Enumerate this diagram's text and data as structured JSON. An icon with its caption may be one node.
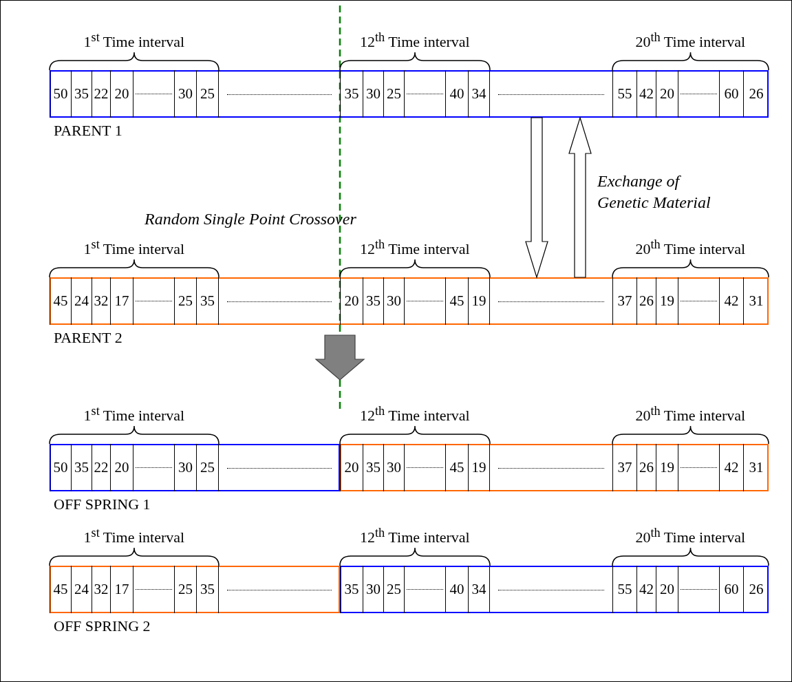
{
  "diagram": {
    "nodes": [
      {
        "text": [
          "50",
          "35",
          "22",
          "20",
          "30",
          "25",
          "35",
          "30",
          "25",
          "40",
          "34",
          "55",
          "42",
          "20",
          "60",
          "26"
        ],
        "beside": [
          "PARENT 1"
        ]
      },
      {
        "text": [
          "45",
          "24",
          "32",
          "17",
          "25",
          "35",
          "20",
          "35",
          "30",
          "45",
          "19",
          "37",
          "26",
          "19",
          "42",
          "31"
        ],
        "beside": [
          "PARENT 2"
        ]
      },
      {
        "text": [
          "50",
          "35",
          "22",
          "20",
          "30",
          "25",
          "20",
          "35",
          "30",
          "45",
          "19",
          "37",
          "26",
          "19",
          "42",
          "31"
        ],
        "beside": [
          "OFF SPRING 1"
        ]
      },
      {
        "text": [
          "45",
          "24",
          "32",
          "17",
          "25",
          "35",
          "35",
          "30",
          "25",
          "40",
          "34",
          "55",
          "42",
          "20",
          "60",
          "26"
        ],
        "beside": [
          "OFF SPRING 2"
        ]
      }
    ],
    "edges": [
      {
        "from": 0,
        "to": 1,
        "arrow": "to"
      },
      {
        "from": 1,
        "to": 0,
        "arrow": "to"
      },
      {
        "from": 1,
        "to": 2,
        "arrow": "to",
        "color": "#808080"
      }
    ],
    "labels": [
      "1$^{st}$ Time interval",
      "12$^{th}$ Time interval",
      "20$^{th}$ Time interval",
      "Exchange of Genetic Material",
      "Random Single Point Crossover",
      "1$^{st}$ Time interval",
      "12$^{th}$ Time interval",
      "20$^{th}$ Time interval",
      "1$^{st}$ Time interval",
      "12$^{th}$ Time interval",
      "20$^{th}$ Time interval",
      "1$^{st}$ Time interval",
      "12$^{th}$ Time interval",
      "20$^{th}$ Time interval"
    ]
  }
}
